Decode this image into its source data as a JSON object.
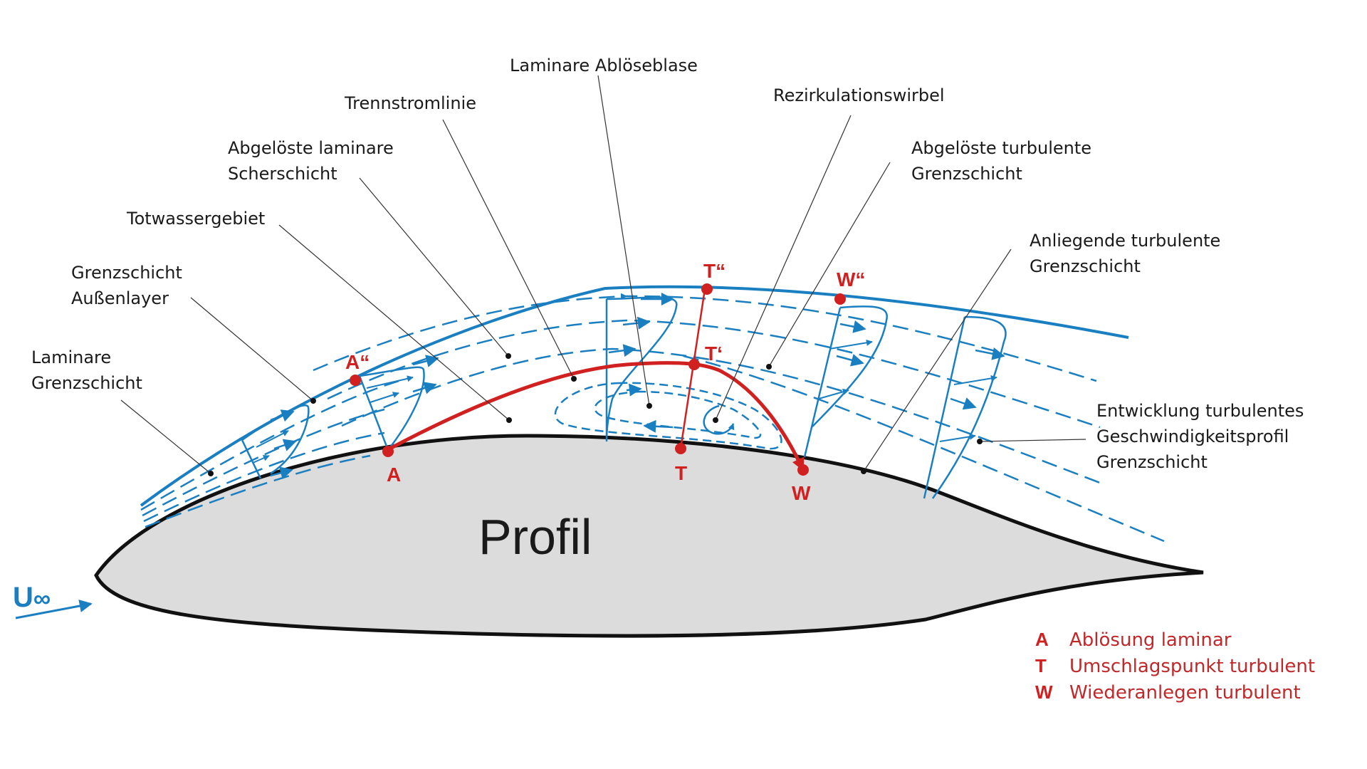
{
  "colors": {
    "flow": "#1a7fc1",
    "points": "#d0201f",
    "profile_fill": "#dcdcdc",
    "profile_stroke": "#111111",
    "leader": "#333333"
  },
  "profile_label": "Profil",
  "freestream": {
    "symbol": "U",
    "subscript": "∞"
  },
  "labels": {
    "laminare_grenzschicht": [
      "Laminare",
      "Grenzschicht"
    ],
    "aussenlayer": [
      "Grenzschicht",
      "Außenlayer"
    ],
    "totwasser": [
      "Totwassergebiet"
    ],
    "scherschicht": [
      "Abgelöste laminare",
      "Scherschicht"
    ],
    "trennstromlinie": [
      "Trennstromlinie"
    ],
    "abloeseblase": [
      "Laminare Ablöseblase"
    ],
    "rezirkulation": [
      "Rezirkulationswirbel"
    ],
    "abgeloest_turb": [
      "Abgelöste turbulente",
      "Grenzschicht"
    ],
    "anliegend_turb": [
      "Anliegende turbulente",
      "Grenzschicht"
    ],
    "entwicklung": [
      "Entwicklung turbulentes",
      "Geschwindigkeitsprofil",
      "Grenzschicht"
    ]
  },
  "points": {
    "A": "A",
    "A2": "A“",
    "T": "T",
    "T1": "T‘",
    "T2": "T“",
    "W": "W",
    "W2": "W“"
  },
  "legend": [
    {
      "key": "A",
      "text": "Ablösung laminar"
    },
    {
      "key": "T",
      "text": "Umschlagspunkt turbulent"
    },
    {
      "key": "W",
      "text": "Wiederanlegen turbulent"
    }
  ]
}
